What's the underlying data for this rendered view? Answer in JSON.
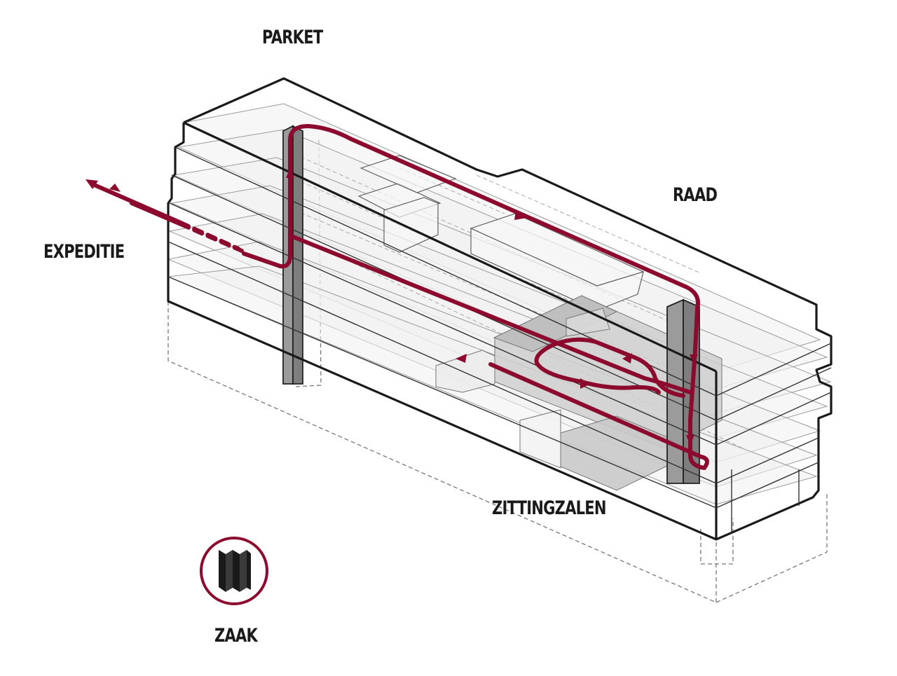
{
  "labels": {
    "parket": "PARKET",
    "raad": "RAAD",
    "expeditie": "EXPEDITIE",
    "zittingzalen": "ZITTINGZALEN",
    "zaak": "ZAAK"
  },
  "icons": {
    "case_file": "folded-document-icon"
  },
  "colors": {
    "route": "#8b0a2e",
    "outline": "#1a1a1a",
    "core": "#8a8a8a",
    "volume": "#d4d4d4"
  }
}
